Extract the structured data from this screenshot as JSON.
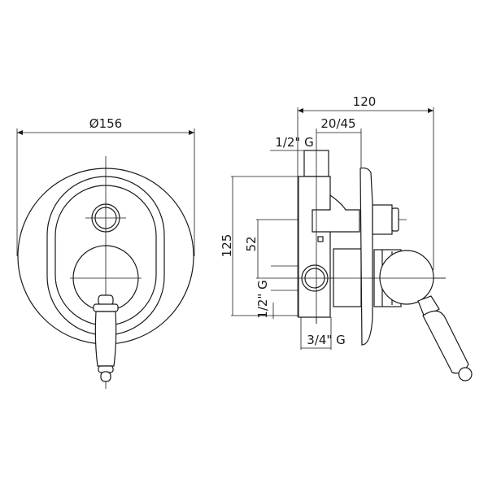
{
  "front_view": {
    "diameter_label": "Ø156"
  },
  "side_view": {
    "depth_label": "120",
    "wall_range_label": "20/45",
    "top_outlet_label": "1/2\" G",
    "height_label": "125",
    "offset_label": "52",
    "side_outlet_label": "1/2\" G",
    "bottom_inlet_label": "3/4\" G"
  },
  "colors": {
    "line": "#1a1a1a",
    "background": "#ffffff"
  }
}
